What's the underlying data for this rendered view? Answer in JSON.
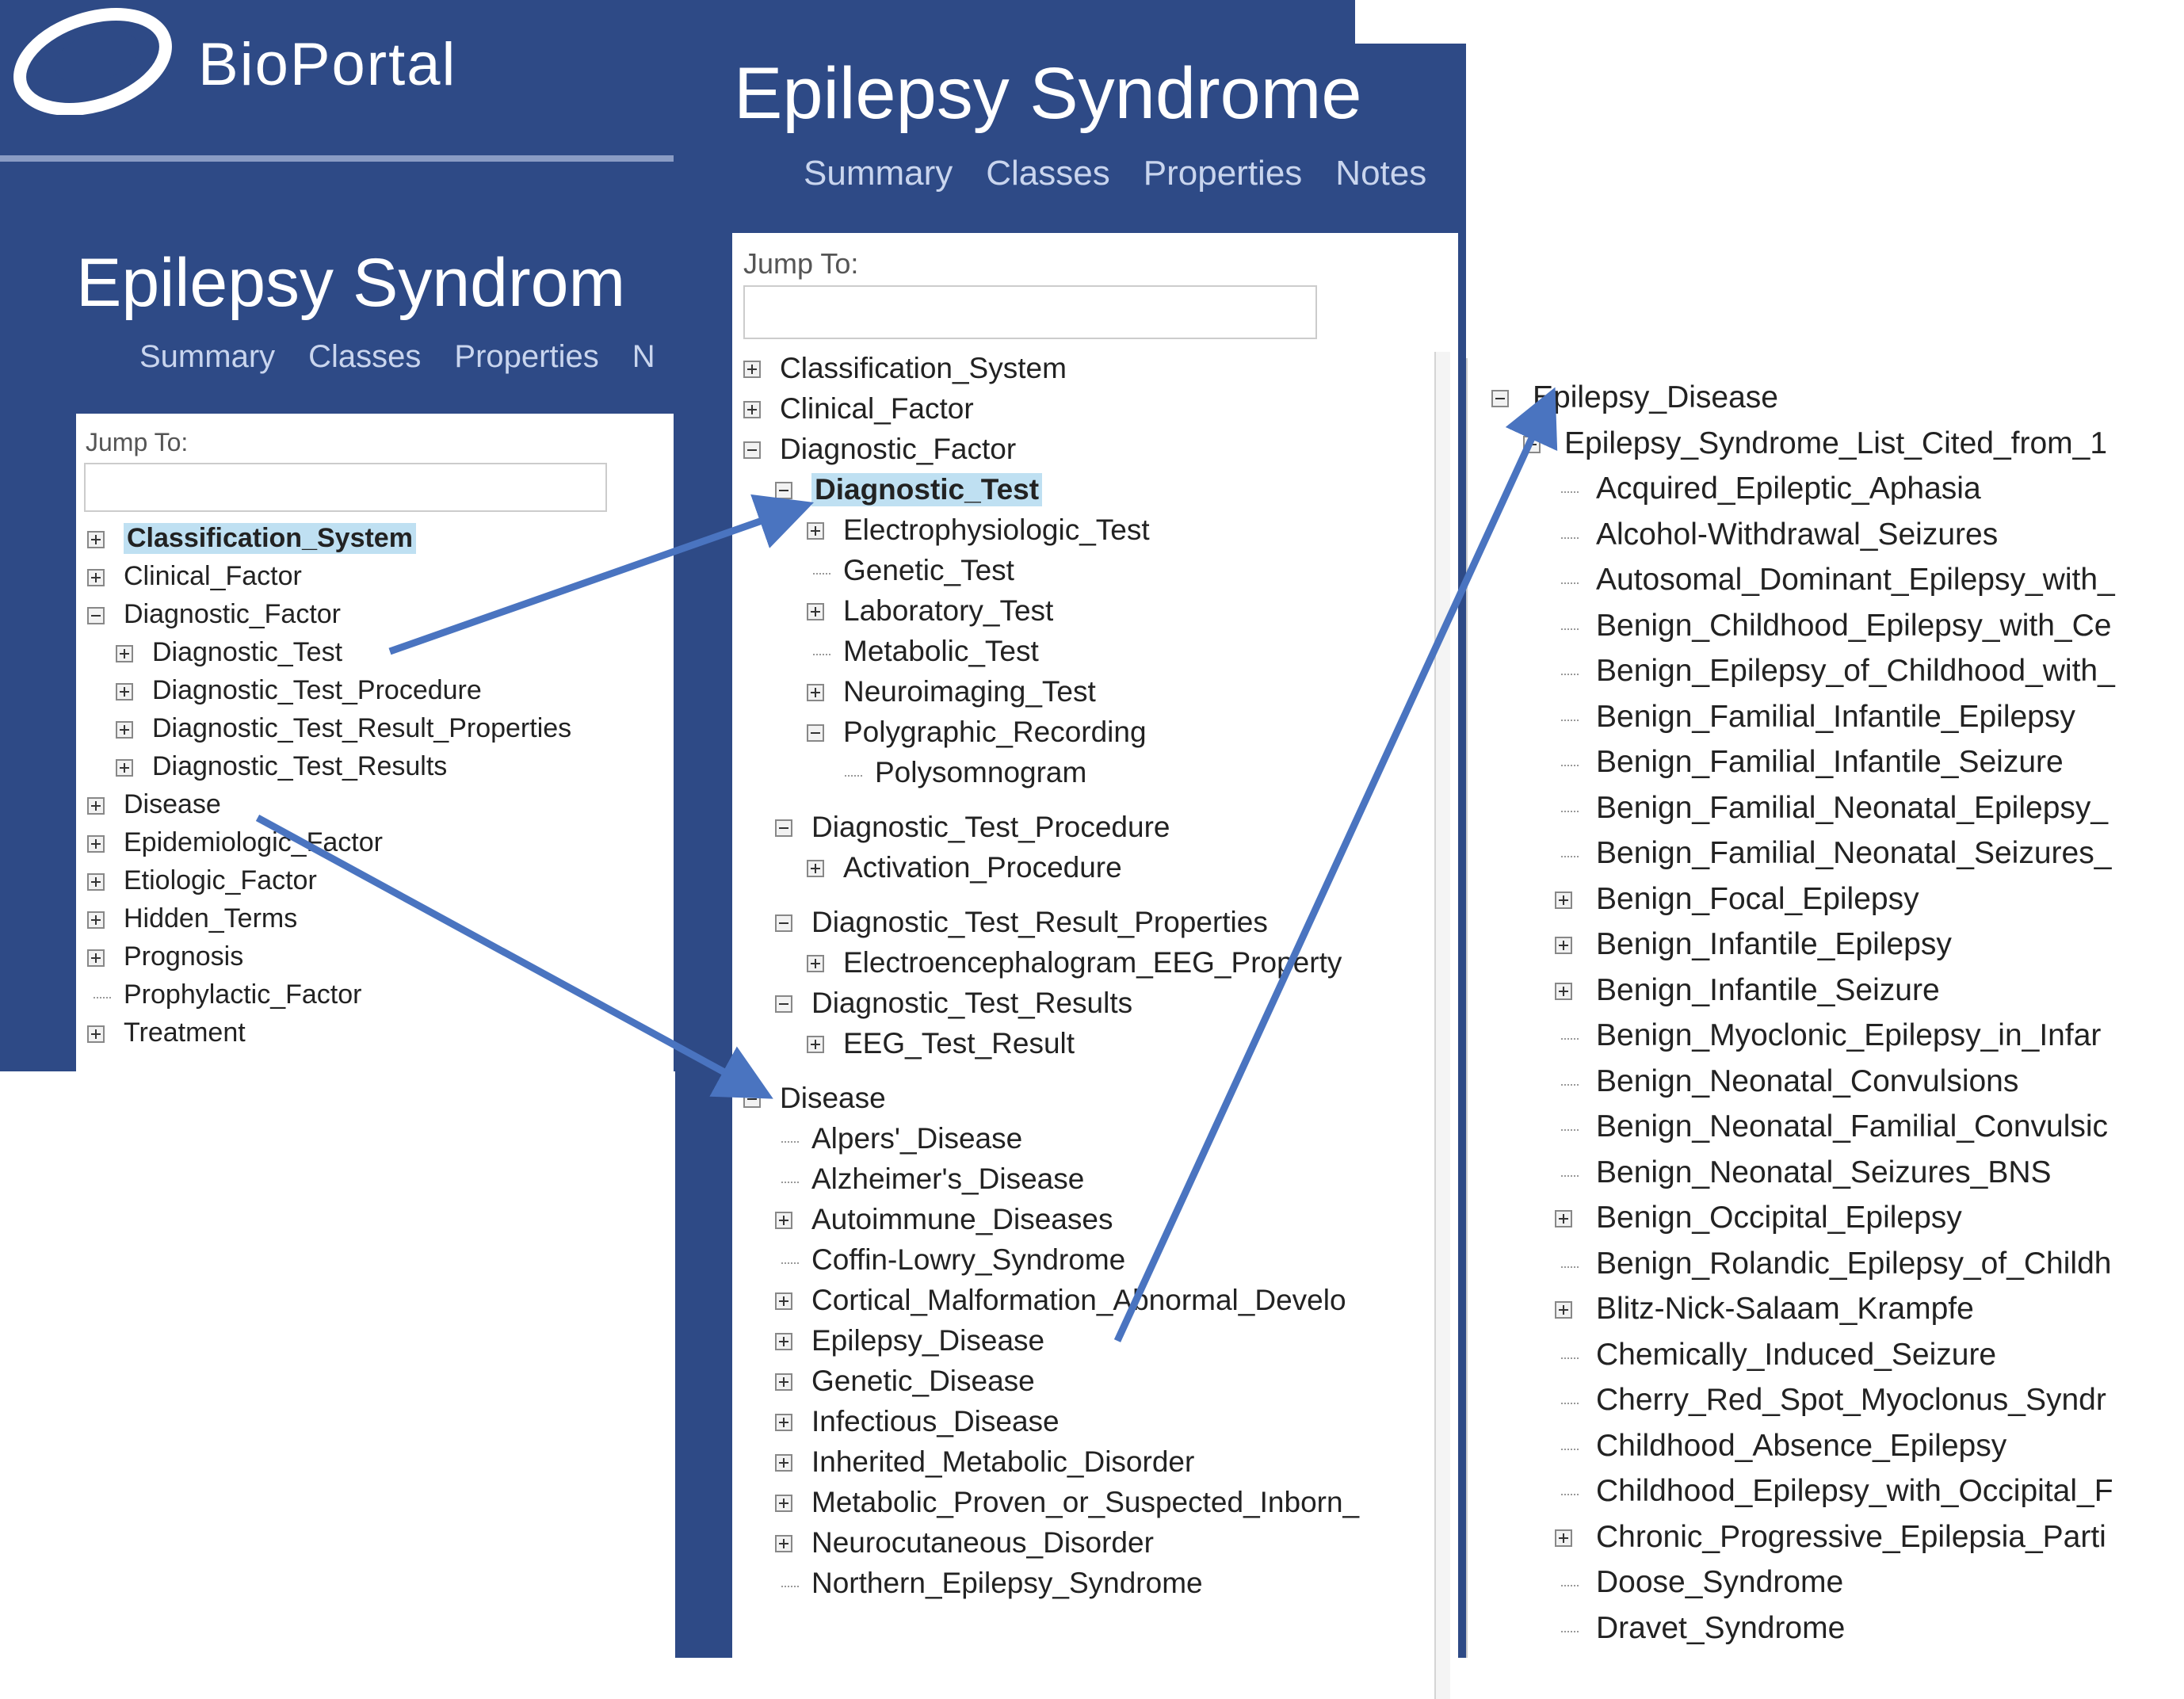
{
  "screen1": {
    "brand": "BioPortal",
    "title": "Epilepsy Syndrom",
    "tabs": [
      "Summary",
      "Classes",
      "Properties",
      "N"
    ],
    "jump_label": "Jump To:",
    "tree": [
      {
        "label": "Classification_System",
        "level": 0,
        "exp": "plus",
        "hl": true
      },
      {
        "label": "Clinical_Factor",
        "level": 0,
        "exp": "plus"
      },
      {
        "label": "Diagnostic_Factor",
        "level": 0,
        "exp": "minus"
      },
      {
        "label": "Diagnostic_Test",
        "level": 1,
        "exp": "plus"
      },
      {
        "label": "Diagnostic_Test_Procedure",
        "level": 1,
        "exp": "plus"
      },
      {
        "label": "Diagnostic_Test_Result_Properties",
        "level": 1,
        "exp": "plus"
      },
      {
        "label": "Diagnostic_Test_Results",
        "level": 1,
        "exp": "plus"
      },
      {
        "label": "Disease",
        "level": 0,
        "exp": "plus"
      },
      {
        "label": "Epidemiologic_Factor",
        "level": 0,
        "exp": "plus"
      },
      {
        "label": "Etiologic_Factor",
        "level": 0,
        "exp": "plus"
      },
      {
        "label": "Hidden_Terms",
        "level": 0,
        "exp": "plus"
      },
      {
        "label": "Prognosis",
        "level": 0,
        "exp": "plus"
      },
      {
        "label": "Prophylactic_Factor",
        "level": 0,
        "exp": "none"
      },
      {
        "label": "Treatment",
        "level": 0,
        "exp": "plus"
      }
    ]
  },
  "screen2": {
    "title": "Epilepsy Syndrome",
    "tabs": [
      "Summary",
      "Classes",
      "Properties",
      "Notes"
    ],
    "jump_label": "Jump To:",
    "tree": [
      {
        "label": "Classification_System",
        "level": 0,
        "exp": "plus"
      },
      {
        "label": "Clinical_Factor",
        "level": 0,
        "exp": "plus"
      },
      {
        "label": "Diagnostic_Factor",
        "level": 0,
        "exp": "minus"
      },
      {
        "label": "Diagnostic_Test",
        "level": 1,
        "exp": "minus",
        "hl": true
      },
      {
        "label": "Electrophysiologic_Test",
        "level": 2,
        "exp": "plus"
      },
      {
        "label": "Genetic_Test",
        "level": 2,
        "exp": "none"
      },
      {
        "label": "Laboratory_Test",
        "level": 2,
        "exp": "plus"
      },
      {
        "label": "Metabolic_Test",
        "level": 2,
        "exp": "none"
      },
      {
        "label": "Neuroimaging_Test",
        "level": 2,
        "exp": "plus"
      },
      {
        "label": "Polygraphic_Recording",
        "level": 2,
        "exp": "minus"
      },
      {
        "label": "Polysomnogram",
        "level": 3,
        "exp": "none"
      },
      {
        "label": "Diagnostic_Test_Procedure",
        "level": 1,
        "exp": "minus",
        "gap": true
      },
      {
        "label": "Activation_Procedure",
        "level": 2,
        "exp": "plus"
      },
      {
        "label": "Diagnostic_Test_Result_Properties",
        "level": 1,
        "exp": "minus",
        "gap": true
      },
      {
        "label": "Electroencephalogram_EEG_Property",
        "level": 2,
        "exp": "plus"
      },
      {
        "label": "Diagnostic_Test_Results",
        "level": 1,
        "exp": "minus"
      },
      {
        "label": "EEG_Test_Result",
        "level": 2,
        "exp": "plus"
      },
      {
        "label": "Disease",
        "level": 0,
        "exp": "minus",
        "gap": true
      },
      {
        "label": "Alpers'_Disease",
        "level": 1,
        "exp": "none"
      },
      {
        "label": "Alzheimer's_Disease",
        "level": 1,
        "exp": "none"
      },
      {
        "label": "Autoimmune_Diseases",
        "level": 1,
        "exp": "plus"
      },
      {
        "label": "Coffin-Lowry_Syndrome",
        "level": 1,
        "exp": "none"
      },
      {
        "label": "Cortical_Malformation_Abnormal_Develo",
        "level": 1,
        "exp": "plus"
      },
      {
        "label": "Epilepsy_Disease",
        "level": 1,
        "exp": "plus"
      },
      {
        "label": "Genetic_Disease",
        "level": 1,
        "exp": "plus"
      },
      {
        "label": "Infectious_Disease",
        "level": 1,
        "exp": "plus"
      },
      {
        "label": "Inherited_Metabolic_Disorder",
        "level": 1,
        "exp": "plus"
      },
      {
        "label": "Metabolic_Proven_or_Suspected_Inborn_",
        "level": 1,
        "exp": "plus"
      },
      {
        "label": "Neurocutaneous_Disorder",
        "level": 1,
        "exp": "plus"
      },
      {
        "label": "Northern_Epilepsy_Syndrome",
        "level": 1,
        "exp": "none"
      }
    ]
  },
  "screen3": {
    "tree": [
      {
        "label": "Epilepsy_Disease",
        "level": 0,
        "exp": "minus"
      },
      {
        "label": "Epilepsy_Syndrome_List_Cited_from_1",
        "level": 1,
        "exp": "minus"
      },
      {
        "label": "Acquired_Epileptic_Aphasia",
        "level": 2,
        "exp": "none"
      },
      {
        "label": "Alcohol-Withdrawal_Seizures",
        "level": 2,
        "exp": "none"
      },
      {
        "label": "Autosomal_Dominant_Epilepsy_with_",
        "level": 2,
        "exp": "none"
      },
      {
        "label": "Benign_Childhood_Epilepsy_with_Ce",
        "level": 2,
        "exp": "none"
      },
      {
        "label": "Benign_Epilepsy_of_Childhood_with_",
        "level": 2,
        "exp": "none"
      },
      {
        "label": "Benign_Familial_Infantile_Epilepsy",
        "level": 2,
        "exp": "none"
      },
      {
        "label": "Benign_Familial_Infantile_Seizure",
        "level": 2,
        "exp": "none"
      },
      {
        "label": "Benign_Familial_Neonatal_Epilepsy_",
        "level": 2,
        "exp": "none"
      },
      {
        "label": "Benign_Familial_Neonatal_Seizures_",
        "level": 2,
        "exp": "none"
      },
      {
        "label": "Benign_Focal_Epilepsy",
        "level": 2,
        "exp": "plus"
      },
      {
        "label": "Benign_Infantile_Epilepsy",
        "level": 2,
        "exp": "plus"
      },
      {
        "label": "Benign_Infantile_Seizure",
        "level": 2,
        "exp": "plus"
      },
      {
        "label": "Benign_Myoclonic_Epilepsy_in_Infar",
        "level": 2,
        "exp": "none"
      },
      {
        "label": "Benign_Neonatal_Convulsions",
        "level": 2,
        "exp": "none"
      },
      {
        "label": "Benign_Neonatal_Familial_Convulsic",
        "level": 2,
        "exp": "none"
      },
      {
        "label": "Benign_Neonatal_Seizures_BNS",
        "level": 2,
        "exp": "none"
      },
      {
        "label": "Benign_Occipital_Epilepsy",
        "level": 2,
        "exp": "plus"
      },
      {
        "label": "Benign_Rolandic_Epilepsy_of_Childh",
        "level": 2,
        "exp": "none"
      },
      {
        "label": "Blitz-Nick-Salaam_Krampfe",
        "level": 2,
        "exp": "plus"
      },
      {
        "label": "Chemically_Induced_Seizure",
        "level": 2,
        "exp": "none"
      },
      {
        "label": "Cherry_Red_Spot_Myoclonus_Syndr",
        "level": 2,
        "exp": "none"
      },
      {
        "label": "Childhood_Absence_Epilepsy",
        "level": 2,
        "exp": "none"
      },
      {
        "label": "Childhood_Epilepsy_with_Occipital_F",
        "level": 2,
        "exp": "none"
      },
      {
        "label": "Chronic_Progressive_Epilepsia_Parti",
        "level": 2,
        "exp": "plus"
      },
      {
        "label": "Doose_Syndrome",
        "level": 2,
        "exp": "none"
      },
      {
        "label": "Dravet_Syndrome",
        "level": 2,
        "exp": "none"
      }
    ]
  }
}
